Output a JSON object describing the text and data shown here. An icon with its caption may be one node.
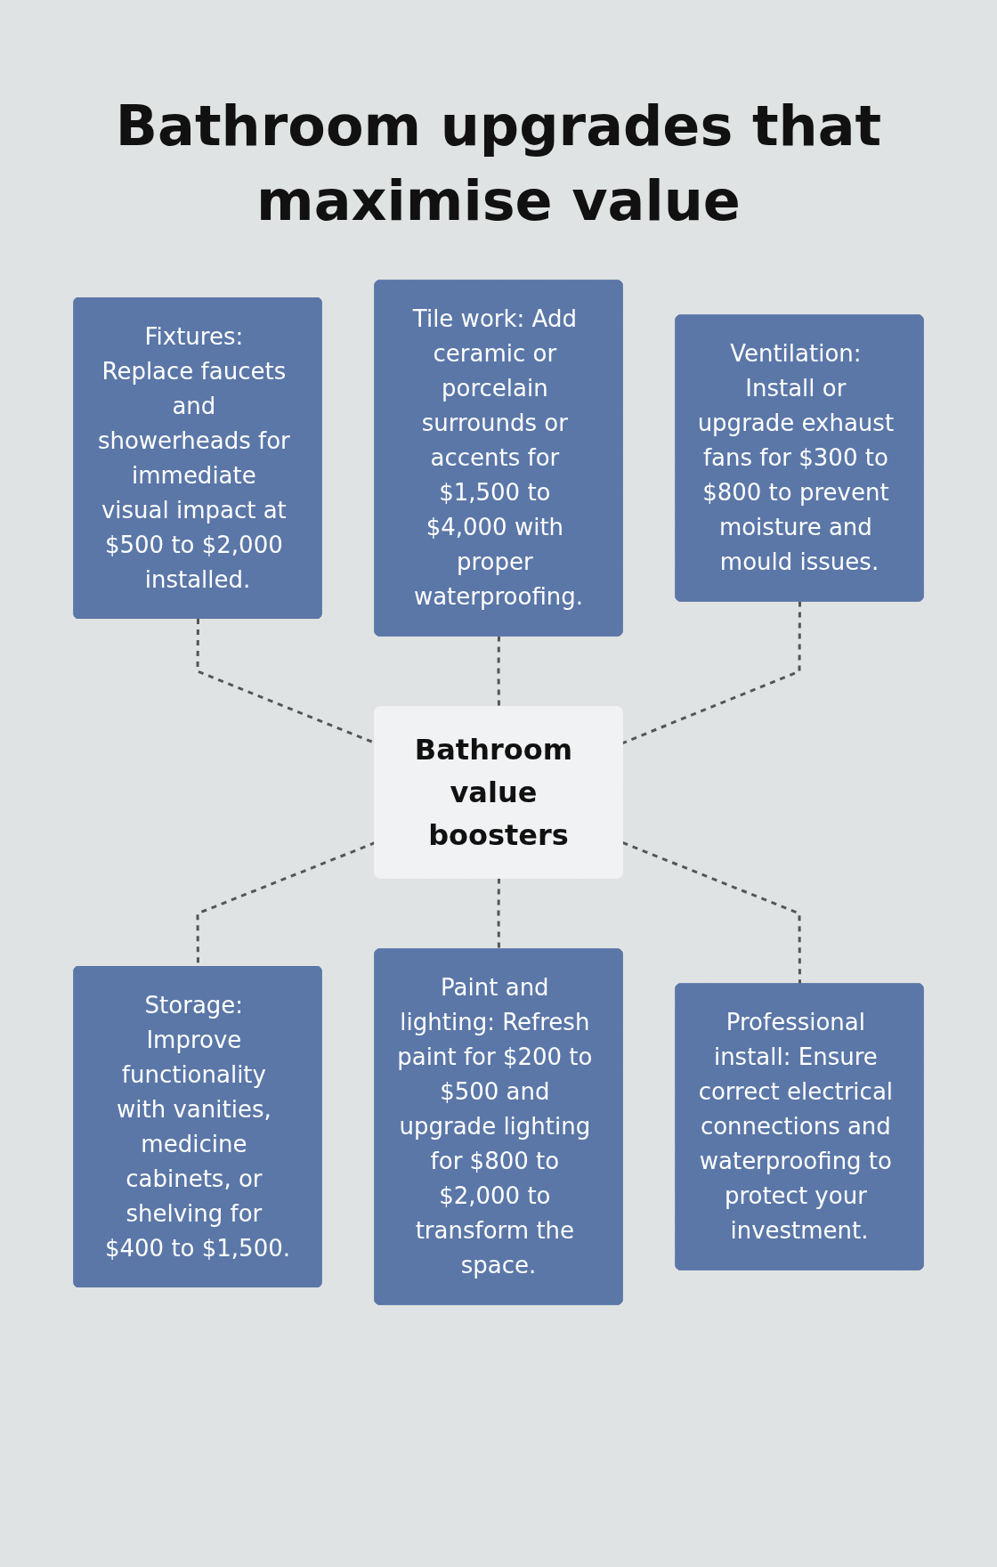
{
  "diagram": {
    "title": "Bathroom upgrades that maximise value",
    "nodes": [
      {
        "text": [
          "Fixtures: Replace faucets and showerheads for immediate visual impact at $500 to $2,000 installed."
        ]
      },
      {
        "text": [
          "Tile work: Add ceramic or porcelain surrounds or accents for $1,500 to $4,000 with proper waterproofing."
        ]
      },
      {
        "text": [
          "Ventilation: Install or upgrade exhaust fans for $300 to $800 to prevent moisture and mould issues."
        ]
      },
      {
        "text": [
          "Bathroom value boosters"
        ]
      },
      {
        "text": [
          "Storage: Improve functionality with vanities, medicine cabinets, or shelving for $400 to $1,500."
        ]
      },
      {
        "text": [
          "Paint and lighting: Refresh paint for $200 to $500 and upgrade lighting for $800 to $2,000 to transform the space."
        ]
      },
      {
        "text": [
          "Professional install: Ensure correct electrical connections and waterproofing to protect your investment."
        ]
      }
    ],
    "edges": [
      {
        "from": 0,
        "to": 3,
        "arrow": "none",
        "style": "dashed"
      },
      {
        "from": 1,
        "to": 3,
        "arrow": "none",
        "style": "dashed"
      },
      {
        "from": 2,
        "to": 3,
        "arrow": "none",
        "style": "dashed"
      },
      {
        "from": 3,
        "to": 4,
        "arrow": "none",
        "style": "dashed"
      },
      {
        "from": 3,
        "to": 5,
        "arrow": "none",
        "style": "dashed"
      },
      {
        "from": 3,
        "to": 6,
        "arrow": "none",
        "style": "dashed"
      }
    ]
  }
}
